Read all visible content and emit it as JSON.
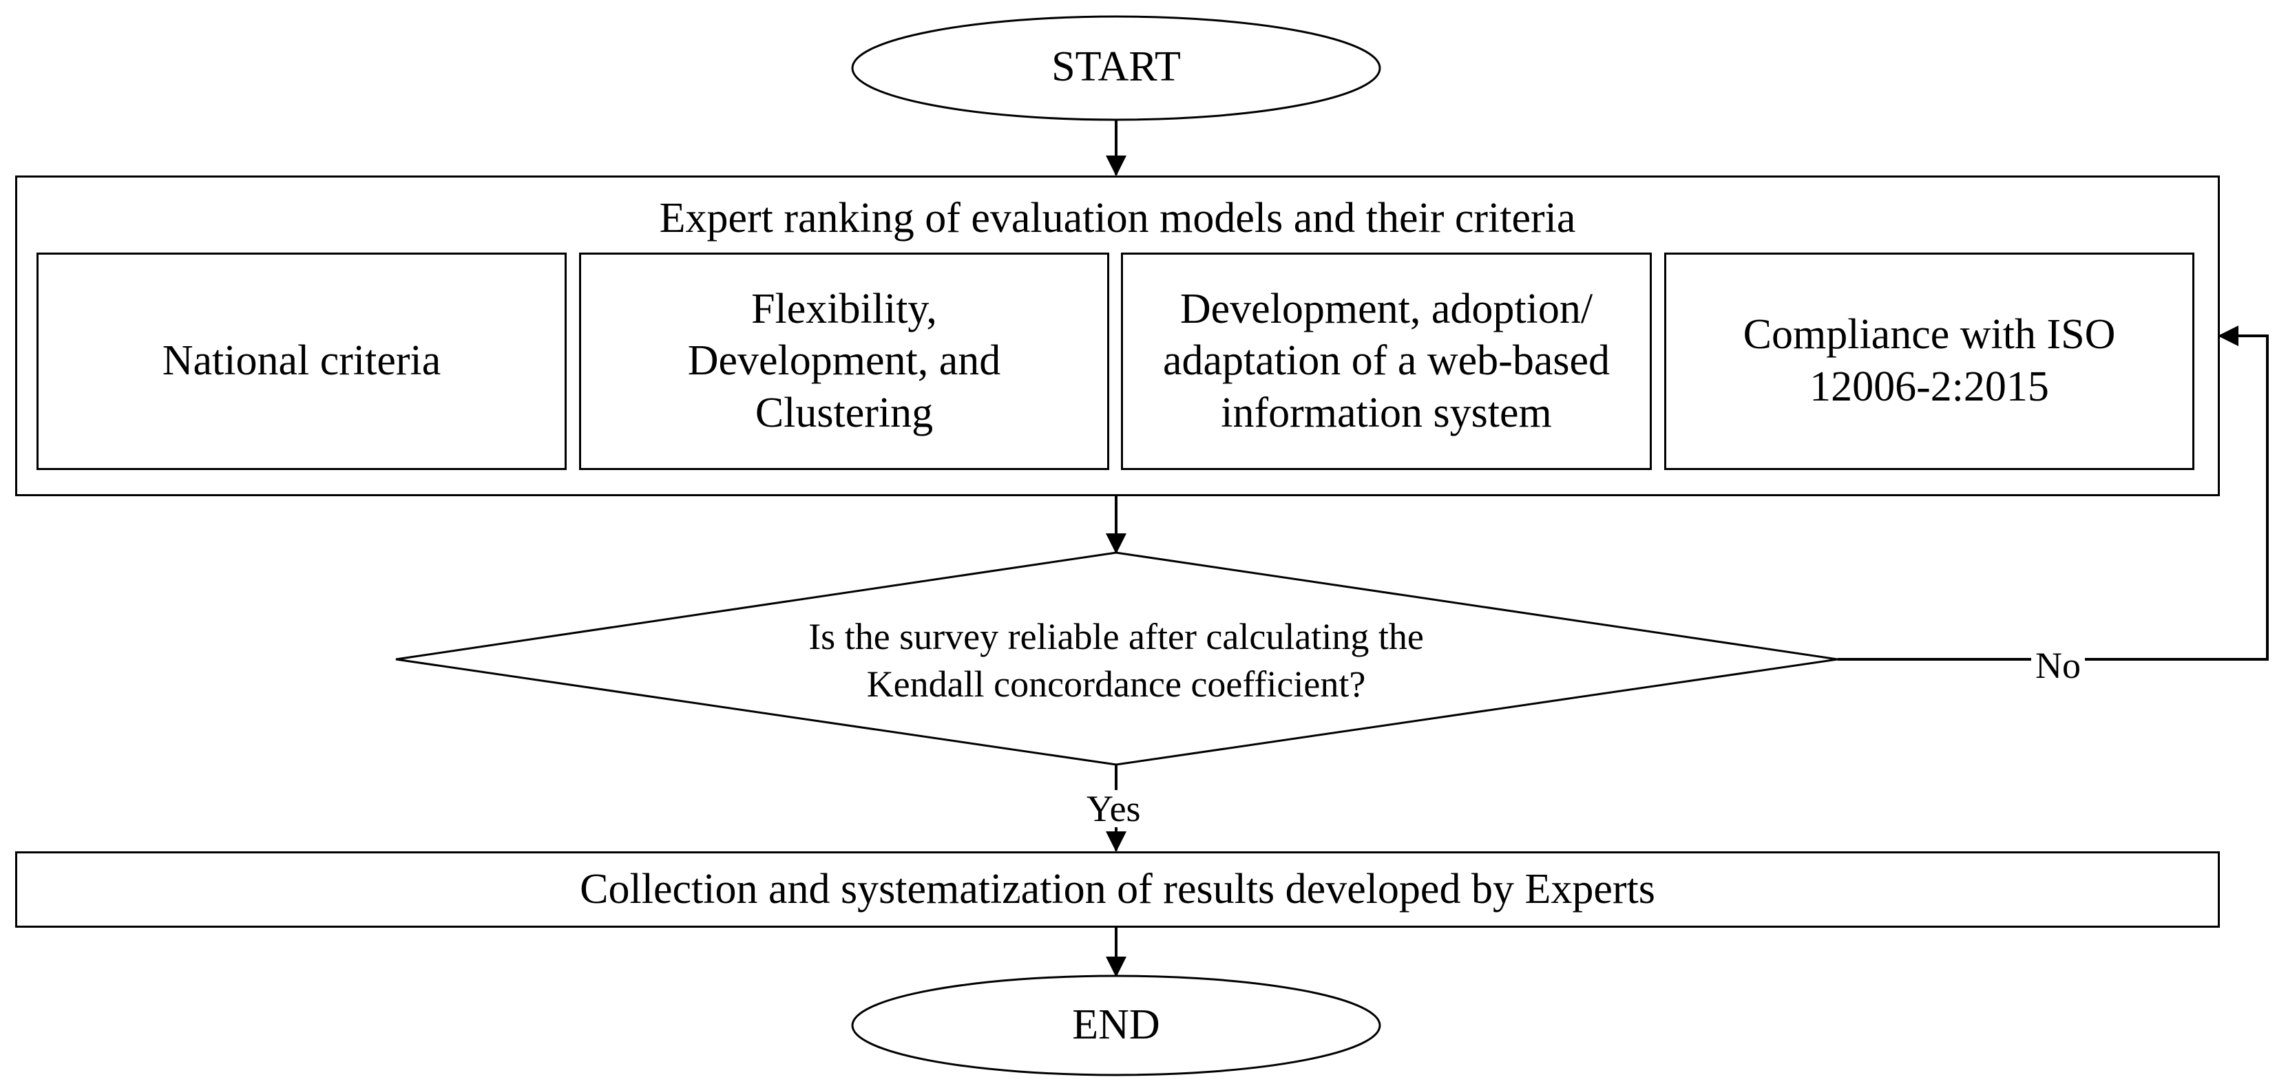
{
  "nodes": {
    "start": {
      "label": "START"
    },
    "ranking": {
      "title": "Expert ranking of evaluation models and their criteria",
      "criteria": [
        {
          "label": "National criteria"
        },
        {
          "label": "Flexibility, Development, and Clustering"
        },
        {
          "label": "Development, adoption/ adaptation of a web-based information system"
        },
        {
          "label": "Compliance with ISO 12006-2:2015"
        }
      ]
    },
    "decision": {
      "line1": "Is the survey reliable after calculating the",
      "line2": "Kendall concordance coefficient?"
    },
    "collection": {
      "label": "Collection and systematization of results developed by Experts"
    },
    "end": {
      "label": "END"
    }
  },
  "edges": {
    "yes_label": "Yes",
    "no_label": "No"
  },
  "colors": {
    "stroke": "#000000",
    "fill": "#ffffff"
  }
}
